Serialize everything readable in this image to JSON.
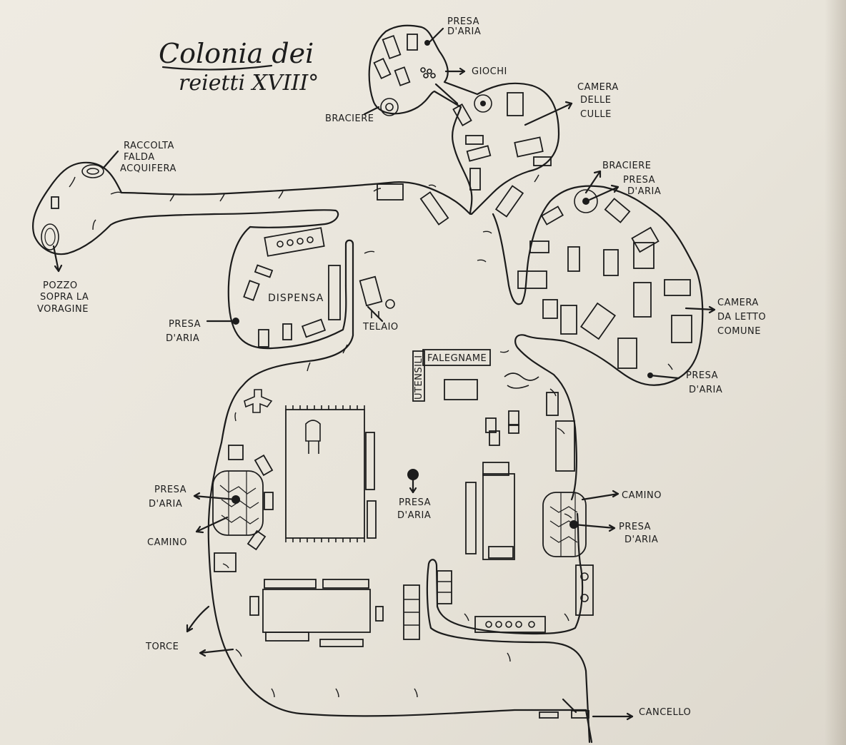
{
  "title": {
    "line1": "Colonia dei",
    "line2": "reietti XVIII°"
  },
  "labels": {
    "presa_aria_top": [
      "PRESA",
      "D'ARIA"
    ],
    "giochi": "GIOCHI",
    "braciere_top": "BRACIERE",
    "camera_culle": [
      "CAMERA",
      "DELLE",
      "CULLE"
    ],
    "braciere_right": "BRACIERE",
    "presa_aria_right_top": [
      "PRESA",
      "D'ARIA"
    ],
    "raccolta": [
      "RACCOLTA",
      "FALDA",
      "ACQUIFERA"
    ],
    "pozzo": [
      "POZZO",
      "SOPRA LA",
      "VORAGINE"
    ],
    "dispensa": "DISPENSA",
    "presa_aria_dispensa": [
      "PRESA",
      "D'ARIA"
    ],
    "telaio": "TELAIO",
    "camera_letto": [
      "CAMERA",
      "DA LETTO",
      "COMUNE"
    ],
    "presa_aria_letto": [
      "PRESA",
      "D'ARIA"
    ],
    "falegnameria": "FALEGNAME",
    "utensili": "UTENSILI",
    "presa_aria_left": [
      "PRESA",
      "D'ARIA"
    ],
    "camino_left": "CAMINO",
    "presa_aria_center": [
      "PRESA",
      "D'ARIA"
    ],
    "camino_right": "CAMINO",
    "presa_aria_right": [
      "PRESA",
      "D'ARIA"
    ],
    "torce": "TORCE",
    "cancello": "CANCELLO"
  }
}
